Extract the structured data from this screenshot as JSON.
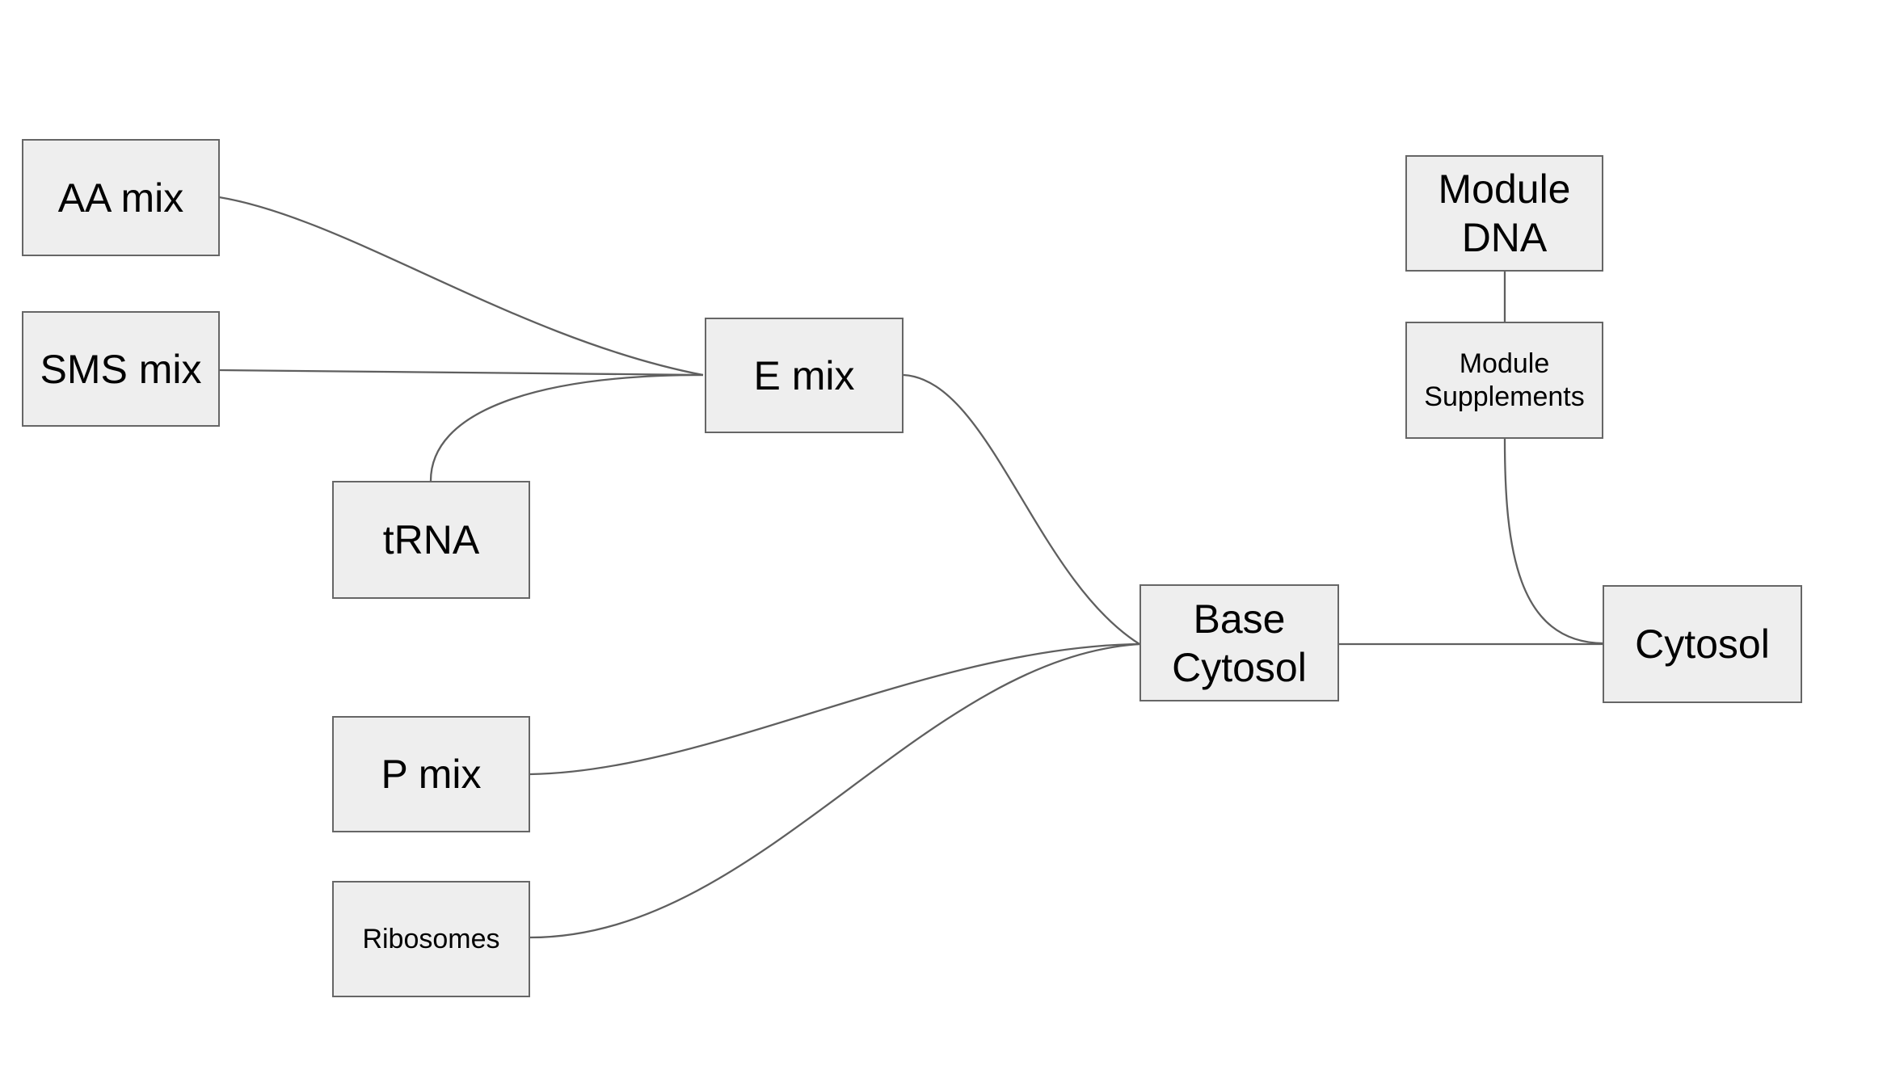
{
  "diagram": {
    "background_color": "#ffffff",
    "node_fill_color": "#eeeeee",
    "node_border_color": "#666666",
    "edge_color": "#5f5f5f",
    "text_color": "#000000"
  },
  "nodes": {
    "aa_mix": {
      "label": "AA mix"
    },
    "sms_mix": {
      "label": "SMS mix"
    },
    "trna": {
      "label": "tRNA"
    },
    "e_mix": {
      "label": "E mix"
    },
    "p_mix": {
      "label": "P mix"
    },
    "ribosomes": {
      "label": "Ribosomes"
    },
    "base_cytosol": {
      "label": "Base Cytosol"
    },
    "cytosol": {
      "label": "Cytosol"
    },
    "module_dna": {
      "label": "Module DNA"
    },
    "module_supplements": {
      "label": "Module Supplements"
    }
  },
  "edges": [
    {
      "from": "AA mix",
      "to": "E mix"
    },
    {
      "from": "SMS mix",
      "to": "E mix"
    },
    {
      "from": "tRNA",
      "to": "E mix"
    },
    {
      "from": "E mix",
      "to": "Base Cytosol"
    },
    {
      "from": "P mix",
      "to": "Base Cytosol"
    },
    {
      "from": "Ribosomes",
      "to": "Base Cytosol"
    },
    {
      "from": "Base Cytosol",
      "to": "Cytosol"
    },
    {
      "from": "Module DNA",
      "to": "Module Supplements"
    },
    {
      "from": "Module Supplements",
      "to": "Cytosol"
    }
  ]
}
